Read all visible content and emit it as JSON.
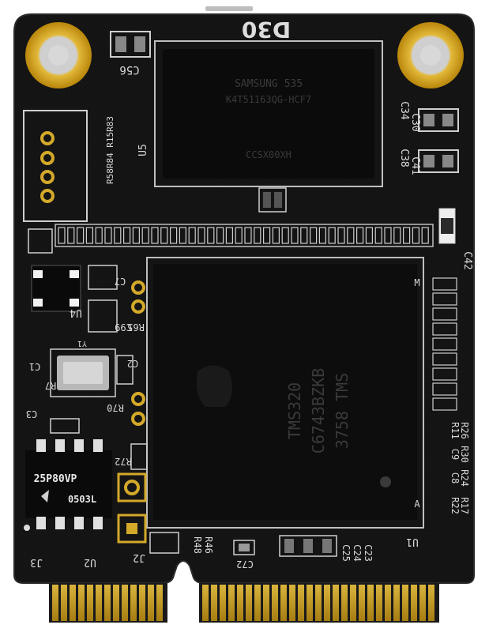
{
  "board": {
    "title_label": "D30",
    "pcb_color": "#141414",
    "silkscreen_color": "#d9d9d9",
    "gold_color": "#c9a227"
  },
  "chips": {
    "dram_mark_1": "SAMSUNG 535",
    "dram_mark_2": "K4T51163QG-HCF7",
    "dram_mark_3": "CCSX00XH",
    "controller_mark_1": "TMS320",
    "controller_mark_2": "C6743BZKB",
    "controller_mark_3": "3758 TMS",
    "flash_mark_1": "25P80VP",
    "flash_mark_2": "0503L"
  },
  "labels": {
    "c56": "C56",
    "u5": "U5",
    "r_group": "R58R84 R15R83",
    "c34": "C34",
    "c30": "C30",
    "c38": "C38",
    "c41": "C41",
    "c42": "C42",
    "u4": "U4",
    "r65": "R65",
    "c99": "C99",
    "c7": "C7",
    "c1": "C1",
    "r7": "R7",
    "c3": "C3",
    "c2": "C2",
    "r70": "R70",
    "r72": "R72",
    "j2": "J2",
    "j3": "J3",
    "u2": "U2",
    "r48": "R48",
    "r46": "R46",
    "c72": "C72",
    "c25": "C25",
    "c24": "C24",
    "c23": "C23",
    "u1": "U1",
    "r11": "R11",
    "r26": "R26",
    "c9": "C9",
    "r30": "R30",
    "c8": "C8",
    "r24": "R24",
    "r22": "R22",
    "r17": "R17",
    "y1": "Y1",
    "corner_m": "M",
    "corner_a": "A"
  }
}
